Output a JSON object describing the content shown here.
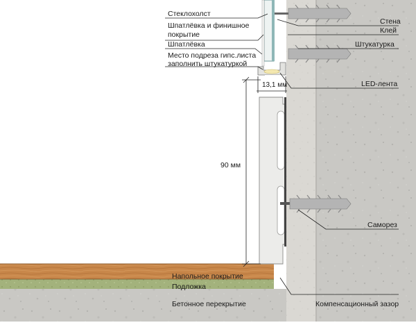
{
  "labels": {
    "fiberglass": "Стеклохолст",
    "putty_finish_line1": "Шпатлёвка и финишное",
    "putty_finish_line2": "покрытие",
    "putty": "Шпатлёвка",
    "cut_line1": "Место подреза гипс.листа",
    "cut_line2": "заполнить штукатуркой",
    "dim_width": "13,1 мм",
    "wall": "Стена",
    "glue": "Клей",
    "plaster": "Штукатурка",
    "led": "LED-лента",
    "dim_height": "90 мм",
    "screw": "Саморез",
    "floor_cover": "Напольное покрытие",
    "underlay": "Подложка",
    "slab": "Бетонное перекрытие",
    "gap": "Компенсационный зазор"
  },
  "colors": {
    "concrete": "#c9c8c4",
    "plaster": "#d8d6d1",
    "profile": "#e9e9e7",
    "glass": "#8fb7b7",
    "wood": "#c8874a",
    "underlay": "#a0b07a",
    "led": "#f4e8b0",
    "anchor": "#a8a8a8"
  }
}
